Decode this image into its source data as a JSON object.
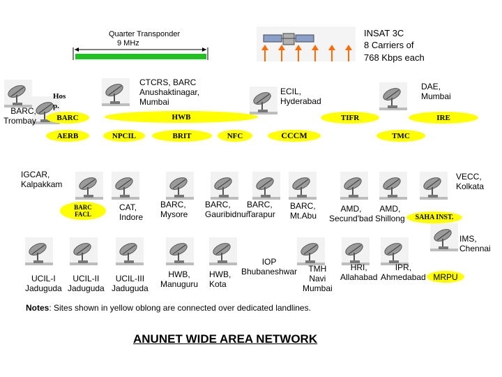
{
  "satellite": {
    "name": "INSAT 3C",
    "carriers": "8 Carriers of",
    "rate": "768 Kbps each"
  },
  "transponder": {
    "label": "Quarter Transponder",
    "bandwidth": "9 MHz"
  },
  "labels": {
    "barc_trombay": "BARC,\nTrombay",
    "hosp": "Hos\np.",
    "ctcrs": "CTCRS, BARC\nAnushaktinagar,\nMumbai",
    "ecil": "ECIL,\nHyderabad",
    "dae": "DAE,\nMumbai",
    "igcar": "IGCAR,\nKalpakkam",
    "vecc": "VECC,\nKolkata",
    "cat": "CAT,\nIndore",
    "barc_mysore": "BARC,\nMysore",
    "barc_gauribidnur": "BARC,\nGauribidnur",
    "barc_tarapur": "BARC,\nTarapur",
    "barc_mtabu": "BARC,\nMt.Abu",
    "amd_sec": "AMD,\nSecund'bad",
    "amd_shillong": "AMD,\nShillong",
    "ims": "IMS,\nChennai",
    "ucil1": "UCIL-I\nJaduguda",
    "ucil2": "UCIL-II\nJaduguda",
    "ucil3": "UCIL-III\nJaduguda",
    "hwb_manuguru": "HWB,\nManuguru",
    "hwb_kota": "HWB,\nKota",
    "iop": "IOP\nBhubaneshwar",
    "tmh": "TMH\nNavi\nMumbai",
    "hri": "HRI,\nAllahabad",
    "ipr": "IPR,\nAhmedabad"
  },
  "ovals": {
    "barc": "BARC",
    "hwb": "HWB",
    "tifr": "TIFR",
    "ire": "IRE",
    "aerb": "AERB",
    "npcil": "NPCIL",
    "brit": "BRIT",
    "nfc": "NFC",
    "cccm": "CCCM",
    "tmc": "TMC",
    "barc_facl": "BARC\nFACL",
    "saha": "SAHA INST.",
    "mrpu": "MRPU"
  },
  "notes": {
    "prefix": "Notes",
    "text": ": Sites shown in yellow oblong are connected over dedicated landlines."
  },
  "title": "ANUNET WIDE AREA NETWORK",
  "colors": {
    "oval": "#ffff00",
    "transponder_bar": "#22c022",
    "arrow": "#ff6a00"
  },
  "icons": [
    "satellite-icon",
    "dish-antenna-icon",
    "uplink-arrow-icon"
  ]
}
